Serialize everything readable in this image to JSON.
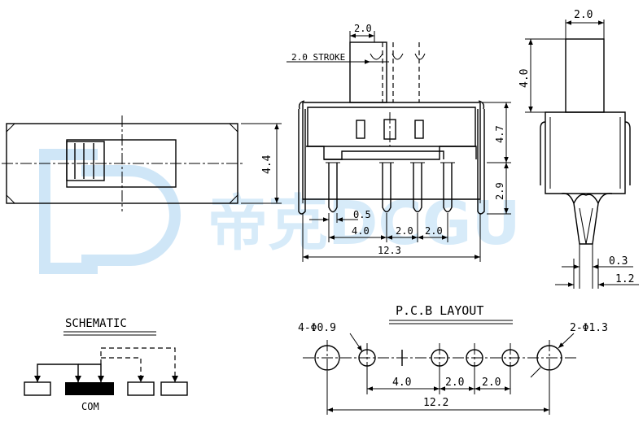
{
  "front_view": {
    "dims": {
      "d2_0": "2.0",
      "stroke": "2.0 STROKE",
      "h4_7": "4.7",
      "h2_9": "2.9",
      "w0_5": "0.5",
      "w4_0": "4.0",
      "w2_0a": "2.0",
      "w2_0b": "2.0",
      "w12_3": "12.3"
    }
  },
  "top_view": {
    "dims": {
      "h4_4": "4.4"
    }
  },
  "side_view": {
    "dims": {
      "w2_0": "2.0",
      "h4_0": "4.0",
      "t0_3": "0.3",
      "t1_2": "1.2"
    }
  },
  "schematic": {
    "title": "SCHEMATIC",
    "com_label": "COM"
  },
  "pcb_layout": {
    "title": "P.C.B LAYOUT",
    "small_holes": "4-Φ0.9",
    "large_holes": "2-Φ1.3",
    "dims": {
      "w4_0": "4.0",
      "w2_0a": "2.0",
      "w2_0b": "2.0",
      "w12_2": "12.2"
    }
  },
  "watermark": {
    "text": "帝克DCGU"
  },
  "colors": {
    "line": "#000000",
    "watermark": "#cfe6f7",
    "background": "#ffffff"
  }
}
